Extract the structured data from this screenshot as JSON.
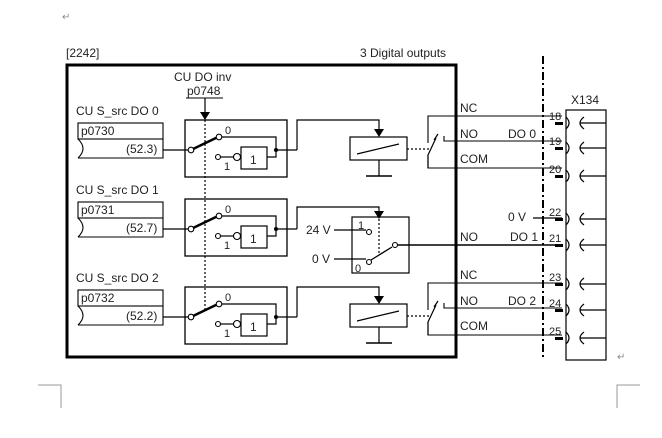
{
  "diagram": {
    "ref": "[2242]",
    "title": "3 Digital outputs",
    "invert": {
      "label": "CU DO inv",
      "param": "p0748"
    },
    "connector": "X134",
    "channels": [
      {
        "src_label": "CU S_src DO 0",
        "param": "p0730",
        "value": "(52.3)",
        "output_type": "relay",
        "do_label": "DO 0"
      },
      {
        "src_label": "CU S_src DO 1",
        "param": "p0731",
        "value": "(52.7)",
        "output_type": "transistor",
        "do_label": "DO 1"
      },
      {
        "src_label": "CU S_src DO 2",
        "param": "p0732",
        "value": "(52.2)",
        "output_type": "relay",
        "do_label": "DO 2"
      }
    ],
    "switch_labels": {
      "zero": "0",
      "one": "1",
      "not_gate": "1"
    },
    "transistor": {
      "v24": "24 V",
      "v0": "0 V",
      "one": "1",
      "zero": "0"
    },
    "contacts": {
      "nc": "NC",
      "no": "NO",
      "com": "COM"
    },
    "terminals": [
      "18",
      "19",
      "20",
      "22",
      "21",
      "23",
      "24",
      "25"
    ],
    "zero_v_label": "0 V",
    "para_mark": "↵"
  }
}
